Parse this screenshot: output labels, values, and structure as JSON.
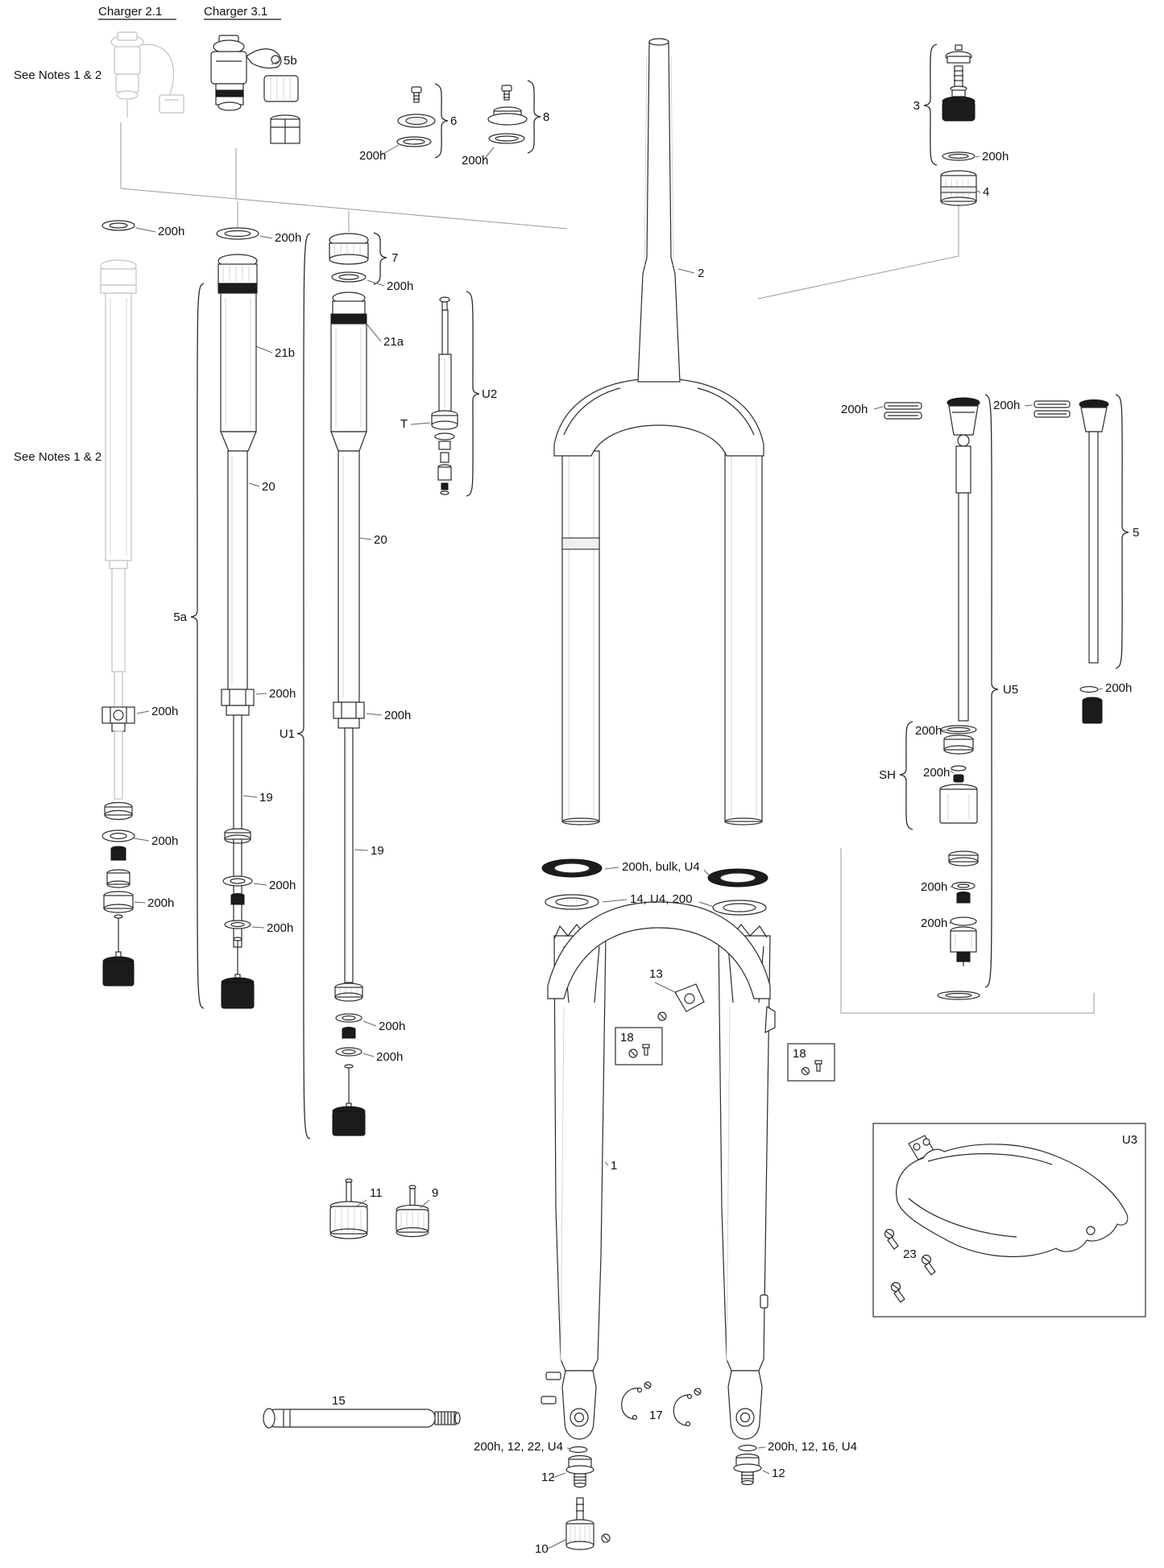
{
  "figure": {
    "headings": {
      "charger_21": "Charger 2.1",
      "charger_31": "Charger 3.1"
    },
    "note": "See Notes 1 & 2",
    "labels": {
      "p1": "1",
      "p2": "2",
      "p3": "3",
      "p4": "4",
      "p5": "5",
      "p5a": "5a",
      "p5b": "5b",
      "p6": "6",
      "p7": "7",
      "p8": "8",
      "p9": "9",
      "p10": "10",
      "p11": "11",
      "p12": "12",
      "p13": "13",
      "p14_u4_200": "14, U4, 200",
      "p15": "15",
      "p17": "17",
      "p18": "18",
      "p19": "19",
      "p20": "20",
      "p21a": "21a",
      "p21b": "21b",
      "p23": "23",
      "t": "T",
      "u1": "U1",
      "u2": "U2",
      "u3": "U3",
      "u5": "U5",
      "sh": "SH",
      "p200h": "200h",
      "p200h_bulk_u4": "200h, bulk, U4",
      "p200h_12_22_u4": "200h, 12, 22, U4",
      "p200h_12_16_u4": "200h, 12, 16, U4"
    },
    "colors": {
      "ink": "#2b2b2b",
      "ghost": "#c2c2c2",
      "background": "#ffffff"
    }
  }
}
